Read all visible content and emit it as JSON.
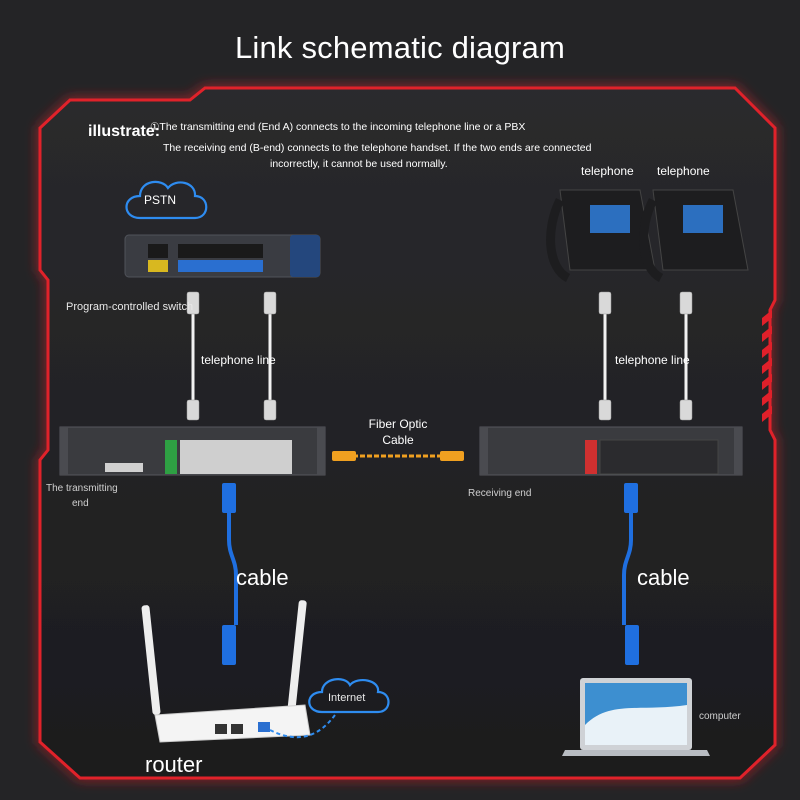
{
  "title": "Link schematic diagram",
  "note": {
    "heading": "illustrate:",
    "line1": "①The transmitting end (End A) connects to the incoming telephone line or a PBX",
    "line2": "The receiving end (B-end) connects to the telephone handset. If the two ends are connected",
    "line3": "incorrectly, it cannot be used normally."
  },
  "left": {
    "cloud_label": "PSTN",
    "switch_label": "Program-controlled switch",
    "line_label": "telephone line",
    "end_label_1": "The transmitting",
    "end_label_2": "end",
    "cable_label": "cable",
    "router_label": "router",
    "internet_label": "Internet"
  },
  "center": {
    "fiber_label_1": "Fiber Optic",
    "fiber_label_2": "Cable"
  },
  "right": {
    "phone1_label": "telephone",
    "phone2_label": "telephone",
    "line_label": "telephone line",
    "end_label": "Receiving end",
    "cable_label": "cable",
    "computer_label": "computer"
  },
  "colors": {
    "background": "#242426",
    "frame_glow": "#e0202a",
    "cable_blue": "#1f6fe0",
    "fiber_orange": "#f0a020",
    "device_body": "#3a3b3f"
  }
}
